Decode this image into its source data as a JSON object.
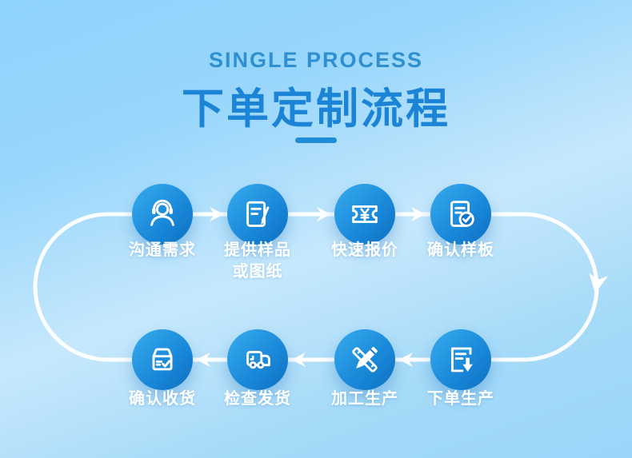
{
  "page": {
    "subtitle": "SINGLE PROCESS",
    "title": "下单定制流程"
  },
  "colors": {
    "subtitle_text": "#2E90D0",
    "title_text": "#1B84D6",
    "divider": "#1F8CD8",
    "node_gradient_start": "#38ACEE",
    "node_gradient_end": "#0D6FC2",
    "connector": "#FFFFFF",
    "label_text": "#FFFFFF",
    "background_start": "#8ED3FB",
    "background_mid": "#C6E8FD",
    "background_end": "#9BD5F8"
  },
  "flow": {
    "direction_top_row": "left-to-right",
    "direction_bottom_row": "right-to-left",
    "top_row": [
      {
        "label": "沟通需求",
        "icon": "headset-agent-icon"
      },
      {
        "label": "提供样品\n或图纸",
        "icon": "document-pencil-icon"
      },
      {
        "label": "快速报价",
        "icon": "price-ticket-icon"
      },
      {
        "label": "确认样板",
        "icon": "document-check-icon"
      }
    ],
    "bottom_row": [
      {
        "label": "确认收货",
        "icon": "package-check-icon"
      },
      {
        "label": "检查发货",
        "icon": "delivery-truck-icon"
      },
      {
        "label": "加工生产",
        "icon": "pencil-ruler-icon"
      },
      {
        "label": "下单生产",
        "icon": "order-arrow-down-icon"
      }
    ]
  }
}
